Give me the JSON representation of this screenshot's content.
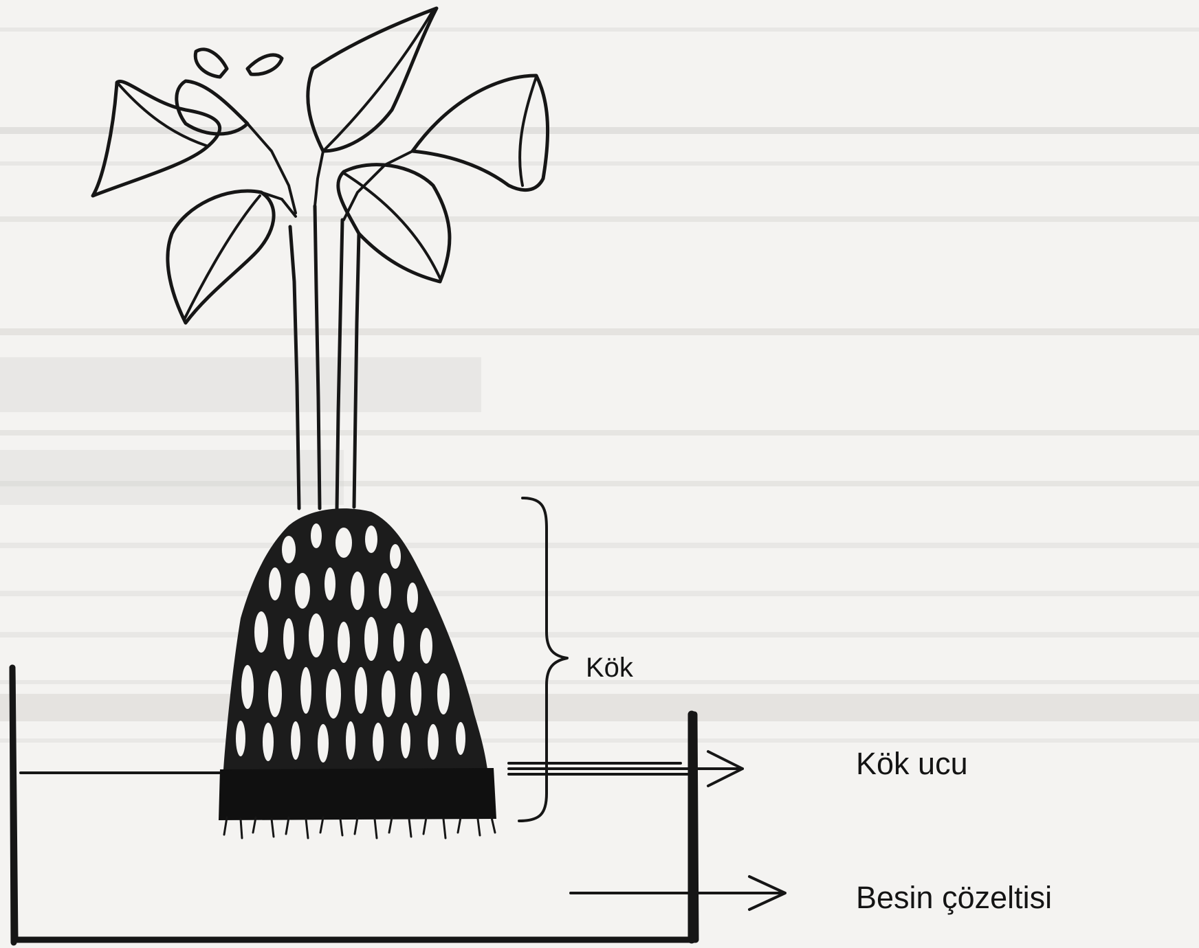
{
  "labels": {
    "root": "Kök",
    "root_tip": "Kök ucu",
    "nutrient_solution": "Besin çözeltisi"
  },
  "colors": {
    "ink": "#161616",
    "paper": "#f4f3f1",
    "bleed": "#d2d0cd"
  }
}
